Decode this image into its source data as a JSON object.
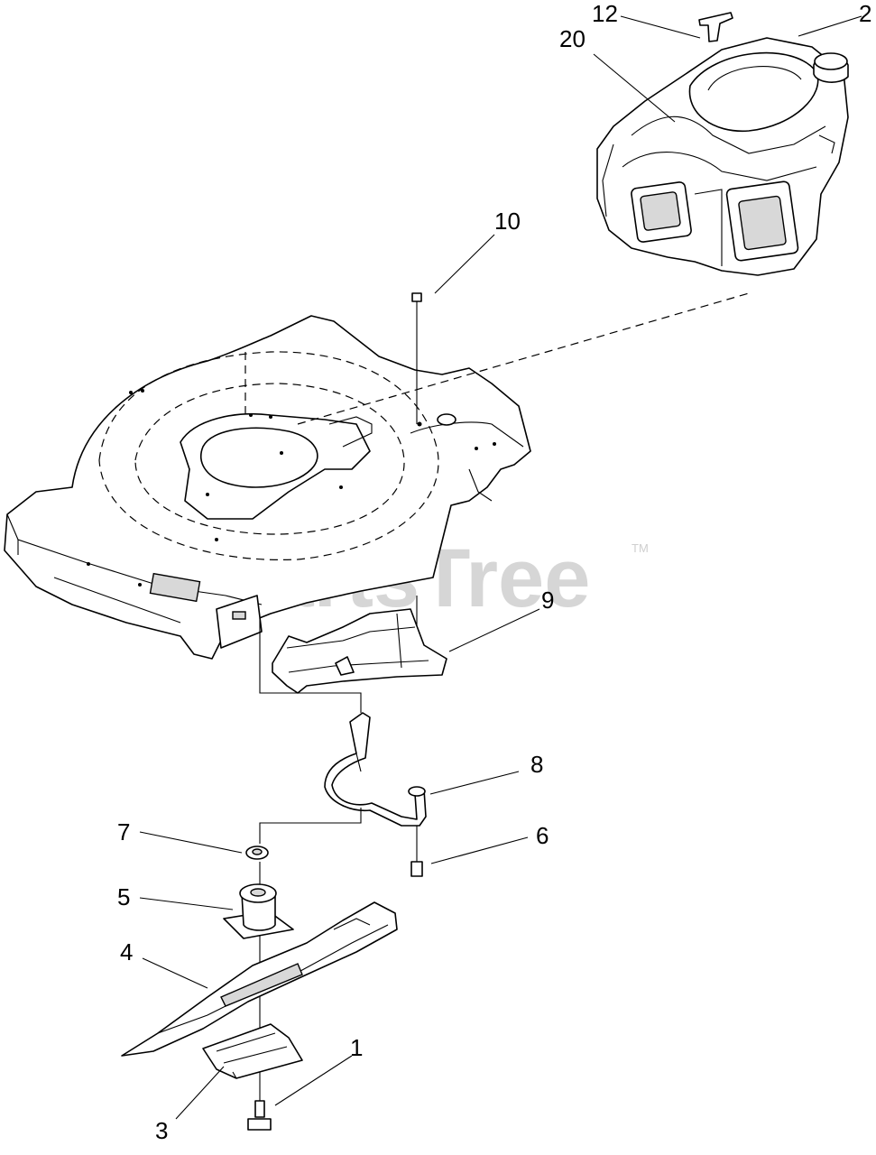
{
  "diagram": {
    "watermark": "PartsTree",
    "trademark": "TM",
    "callouts": [
      {
        "id": "c1",
        "label": "1"
      },
      {
        "id": "c2",
        "label": "2"
      },
      {
        "id": "c3",
        "label": "3"
      },
      {
        "id": "c4",
        "label": "4"
      },
      {
        "id": "c5",
        "label": "5"
      },
      {
        "id": "c6",
        "label": "6"
      },
      {
        "id": "c7",
        "label": "7"
      },
      {
        "id": "c8",
        "label": "8"
      },
      {
        "id": "c9",
        "label": "9"
      },
      {
        "id": "c10",
        "label": "10"
      },
      {
        "id": "c12",
        "label": "12"
      },
      {
        "id": "c20",
        "label": "20"
      }
    ]
  }
}
